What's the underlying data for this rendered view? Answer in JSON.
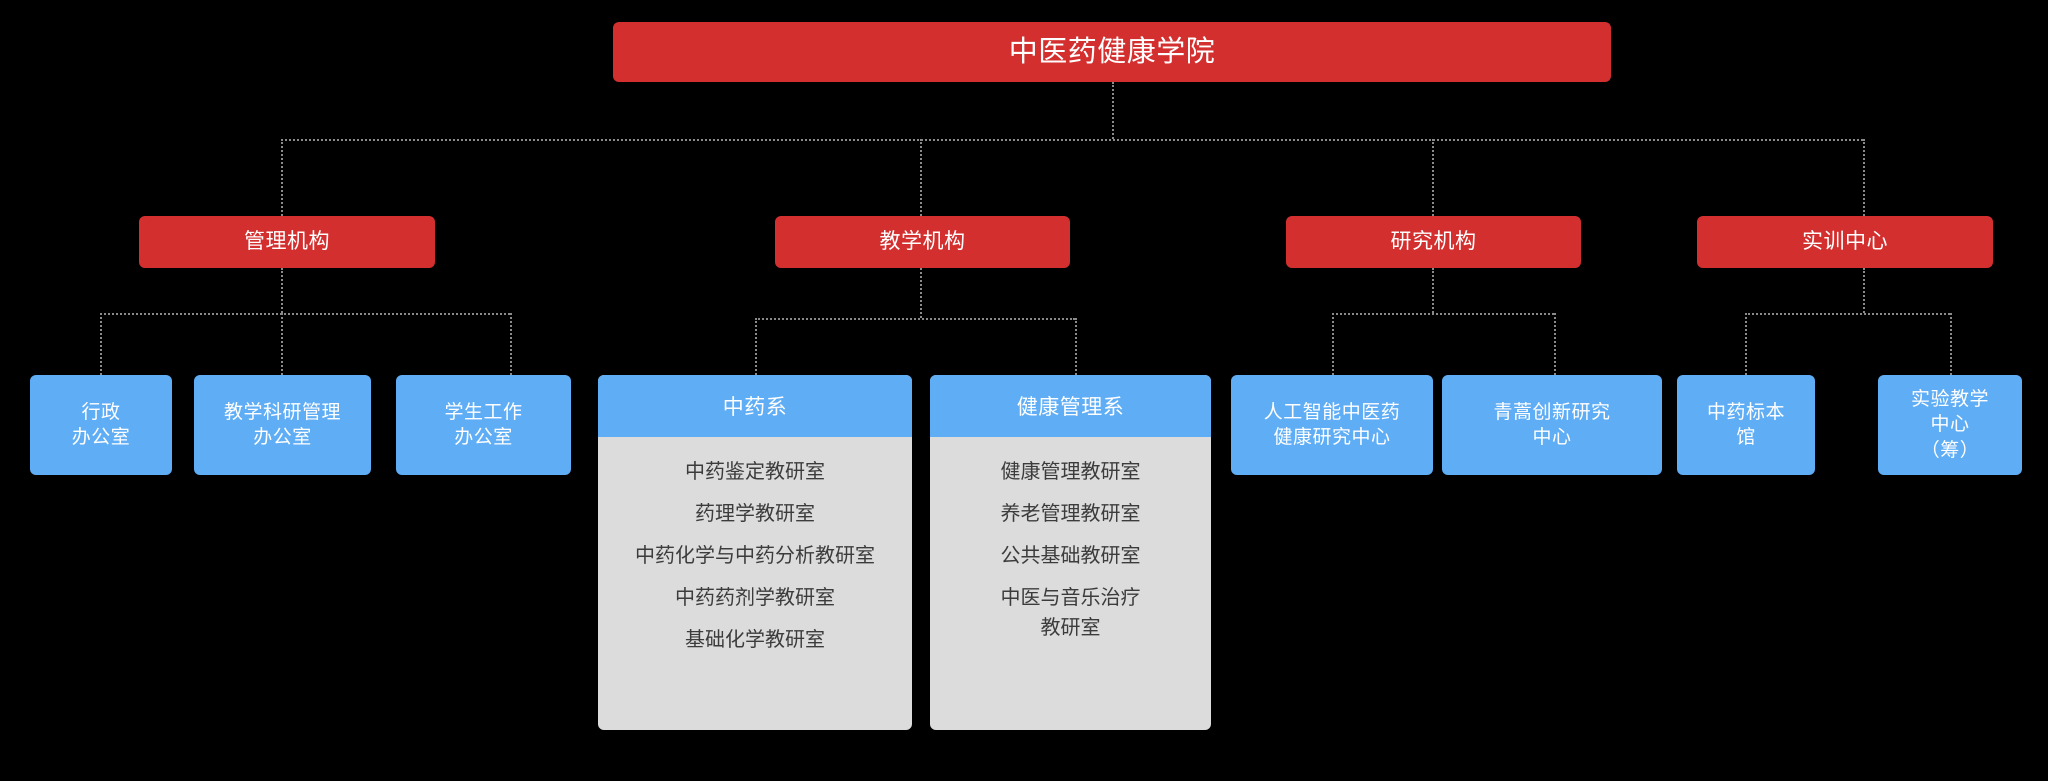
{
  "chart": {
    "title": "中医药健康学院",
    "type": "organizational-chart",
    "colors": {
      "root": "#d32f2f",
      "category": "#d32f2f",
      "leaf": "#5fadf5",
      "dept_header": "#5fadf5",
      "dept_body": "#dcdcdc",
      "connector": "#8a8a8a",
      "background": "#000000",
      "text_light": "#ffffff",
      "text_dark": "#3c3c3c"
    }
  },
  "root": {
    "label": "中医药健康学院"
  },
  "branches": [
    {
      "key": "management",
      "label": "管理机构",
      "leaves": [
        {
          "label": "行政\n办公室"
        },
        {
          "label": "教学科研管理\n办公室"
        },
        {
          "label": "学生工作\n办公室"
        }
      ]
    },
    {
      "key": "teaching",
      "label": "教学机构",
      "departments": [
        {
          "label": "中药系",
          "items": [
            "中药鉴定教研室",
            "药理学教研室",
            "中药化学与中药分析教研室",
            "中药药剂学教研室",
            "基础化学教研室"
          ]
        },
        {
          "label": "健康管理系",
          "items": [
            "健康管理教研室",
            "养老管理教研室",
            "公共基础教研室",
            "中医与音乐治疗\n教研室"
          ]
        }
      ]
    },
    {
      "key": "research",
      "label": "研究机构",
      "leaves": [
        {
          "label": "人工智能中医药\n健康研究中心"
        },
        {
          "label": "青蒿创新研究\n中心"
        }
      ]
    },
    {
      "key": "training",
      "label": "实训中心",
      "leaves": [
        {
          "label": "中药标本\n馆"
        },
        {
          "label": "实验教学\n中心\n（筹）"
        }
      ]
    }
  ]
}
